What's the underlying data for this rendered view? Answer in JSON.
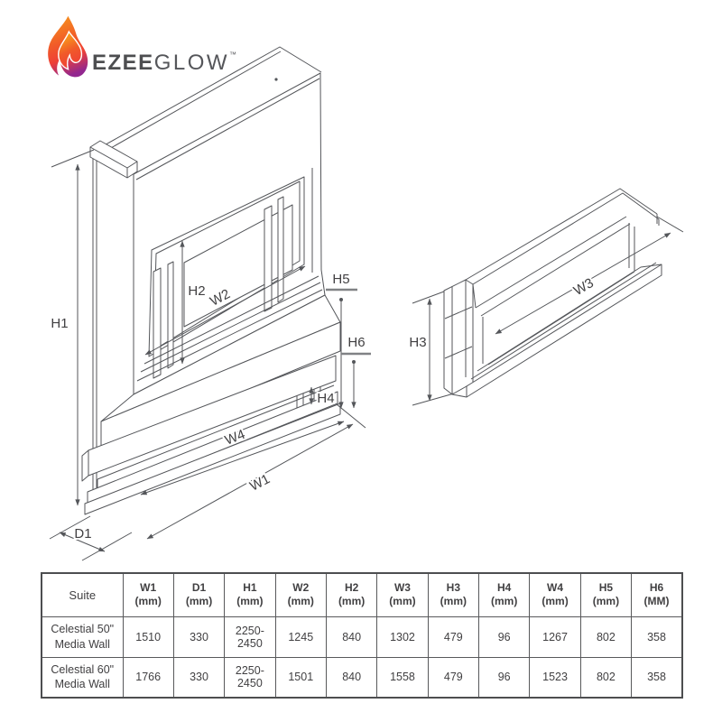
{
  "logo": {
    "brand_bold": "EZEE",
    "brand_light": "GLOW",
    "trademark": "™"
  },
  "front_view": {
    "labels": {
      "h1": "H1",
      "h2": "H2",
      "w2": "W2",
      "h4": "H4",
      "h5": "H5",
      "h6": "H6",
      "w4": "W4",
      "w1": "W1",
      "d1": "D1"
    }
  },
  "insert_view": {
    "labels": {
      "w3": "W3",
      "h3": "H3"
    }
  },
  "table": {
    "suite_header": "Suite",
    "columns": [
      {
        "name": "W1",
        "unit": "(mm)"
      },
      {
        "name": "D1",
        "unit": "(mm)"
      },
      {
        "name": "H1",
        "unit": "(mm)"
      },
      {
        "name": "W2",
        "unit": "(mm)"
      },
      {
        "name": "H2",
        "unit": "(mm)"
      },
      {
        "name": "W3",
        "unit": "(mm)"
      },
      {
        "name": "H3",
        "unit": "(mm)"
      },
      {
        "name": "H4",
        "unit": "(mm)"
      },
      {
        "name": "W4",
        "unit": "(mm)"
      },
      {
        "name": "H5",
        "unit": "(mm)"
      },
      {
        "name": "H6",
        "unit": "(MM)"
      }
    ],
    "rows": [
      {
        "suite": [
          "Celestial 50\"",
          "Media Wall"
        ],
        "values": [
          "1510",
          "330",
          "2250-2450",
          "1245",
          "840",
          "1302",
          "479",
          "96",
          "1267",
          "802",
          "358"
        ]
      },
      {
        "suite": [
          "Celestial 60\"",
          "Media Wall"
        ],
        "values": [
          "1766",
          "330",
          "2250-2450",
          "1501",
          "840",
          "1558",
          "479",
          "96",
          "1523",
          "802",
          "358"
        ]
      }
    ]
  },
  "colors": {
    "line": "#54565a",
    "label_text": "#414042",
    "dim_bar": "#808285",
    "flame_orange": "#F7941D",
    "flame_red": "#EF4136",
    "flame_purple": "#92278F",
    "brand_text": "#4d4e50"
  }
}
